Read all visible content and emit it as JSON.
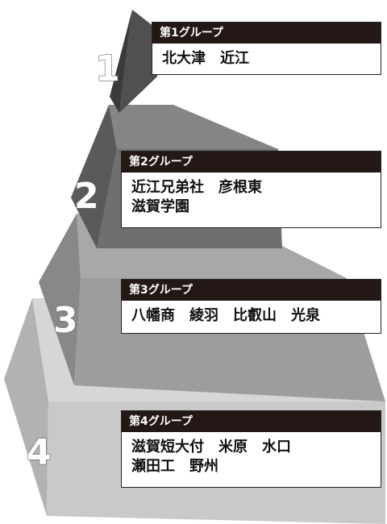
{
  "groups": [
    {
      "number": "1",
      "title": "第1グループ",
      "lines": [
        "北大津　近江"
      ]
    },
    {
      "number": "2",
      "title": "第2グループ",
      "lines": [
        "近江兄弟社　彦根東",
        "滋賀学園"
      ]
    },
    {
      "number": "3",
      "title": "第3グループ",
      "lines": [
        "八幡商　綾羽　比叡山　光泉"
      ]
    },
    {
      "number": "4",
      "title": "第4グループ",
      "lines": [
        "滋賀短大付　米原　水口",
        "瀬田工　野州"
      ]
    }
  ],
  "colors": {
    "tier1": "#5a5a5a",
    "tier2": "#6e6e6e",
    "tier3": "#9a9a9a",
    "tier4": "#bdbdbd",
    "header_bg": "#231815",
    "header_text": "#ffffff"
  }
}
